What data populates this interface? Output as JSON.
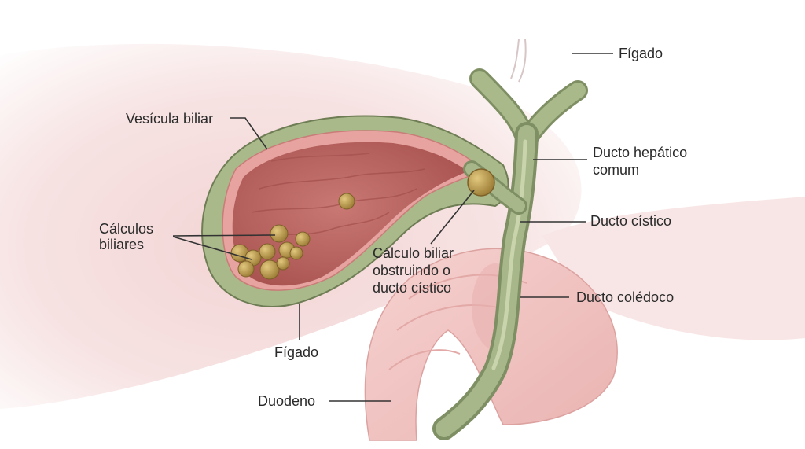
{
  "labels": {
    "figado_top": "Fígado",
    "vesicula": "Vesícula biliar",
    "ducto_hepatico_1": "Ducto hepático",
    "ducto_hepatico_2": "comum",
    "ducto_cistico": "Ducto cístico",
    "calculos_1": "Cálculos",
    "calculos_2": "biliares",
    "obstruindo_1": "Cálculo biliar",
    "obstruindo_2": "obstruindo o",
    "obstruindo_3": "ducto cístico",
    "ducto_coledoco": "Ducto colédoco",
    "figado_bottom": "Fígado",
    "duodeno": "Duodeno"
  },
  "colors": {
    "background": "#ffffff",
    "liver_tissue": "#f6dede",
    "gallbladder_wall": "#a9b98a",
    "gallbladder_lining": "#c7706c",
    "gallbladder_inner": "#b8625e",
    "bile_duct": "#a7b78a",
    "duodenum": "#f2c6c4",
    "gallstones": "#b89a4c",
    "leader_lines": "#333333"
  }
}
